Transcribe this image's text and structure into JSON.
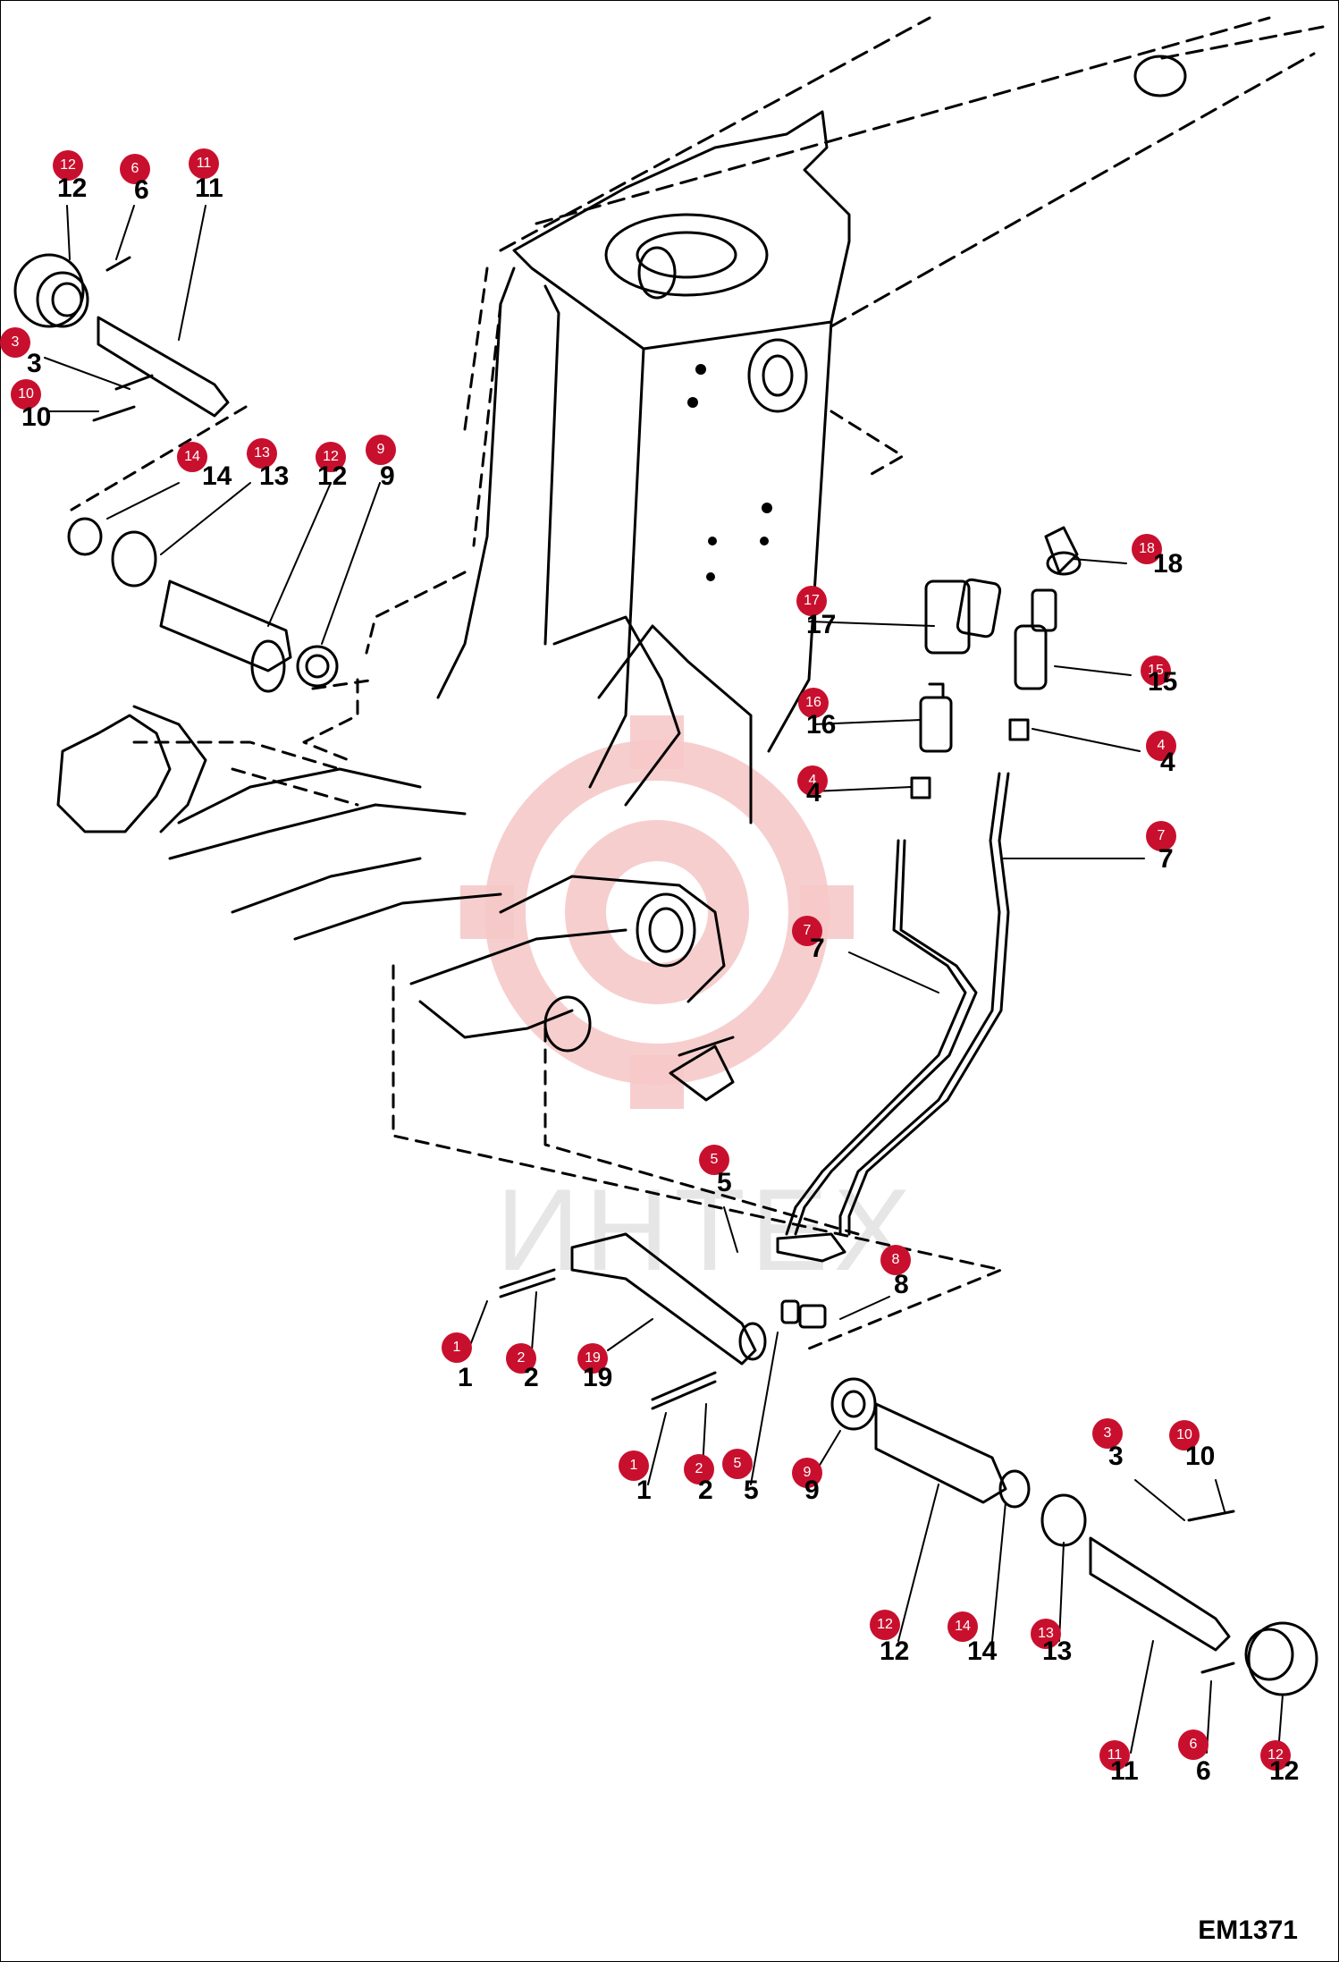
{
  "diagram_code": "EM1371",
  "watermark": "ИНТЕХ",
  "callouts": [
    {
      "id": "c12a",
      "label": "12",
      "text": "12"
    },
    {
      "id": "c6a",
      "label": "6",
      "text": "6"
    },
    {
      "id": "c11a",
      "label": "11",
      "text": "11"
    },
    {
      "id": "c3a",
      "label": "3",
      "text": "3"
    },
    {
      "id": "c10a",
      "label": "10",
      "text": "10"
    },
    {
      "id": "c14a",
      "label": "14",
      "text": "14"
    },
    {
      "id": "c13a",
      "label": "13",
      "text": "13"
    },
    {
      "id": "c12b",
      "label": "12",
      "text": "12"
    },
    {
      "id": "c9a",
      "label": "9",
      "text": "9"
    },
    {
      "id": "c18",
      "label": "18",
      "text": "18"
    },
    {
      "id": "c17",
      "label": "17",
      "text": "17"
    },
    {
      "id": "c15",
      "label": "15",
      "text": "15"
    },
    {
      "id": "c16",
      "label": "16",
      "text": "16"
    },
    {
      "id": "c4a",
      "label": "4",
      "text": "4"
    },
    {
      "id": "c4b",
      "label": "4",
      "text": "4"
    },
    {
      "id": "c7a",
      "label": "7",
      "text": "7"
    },
    {
      "id": "c7b",
      "label": "7",
      "text": "7"
    },
    {
      "id": "c5a",
      "label": "5",
      "text": "5"
    },
    {
      "id": "c8",
      "label": "8",
      "text": "8"
    },
    {
      "id": "c1a",
      "label": "1",
      "text": "1"
    },
    {
      "id": "c2a",
      "label": "2",
      "text": "2"
    },
    {
      "id": "c19",
      "label": "19",
      "text": "19"
    },
    {
      "id": "c1b",
      "label": "1",
      "text": "1"
    },
    {
      "id": "c2b",
      "label": "2",
      "text": "2"
    },
    {
      "id": "c5b",
      "label": "5",
      "text": "5"
    },
    {
      "id": "c9b",
      "label": "9",
      "text": "9"
    },
    {
      "id": "c3b",
      "label": "3",
      "text": "3"
    },
    {
      "id": "c10b",
      "label": "10",
      "text": "10"
    },
    {
      "id": "c12c",
      "label": "12",
      "text": "12"
    },
    {
      "id": "c14b",
      "label": "14",
      "text": "14"
    },
    {
      "id": "c13b",
      "label": "13",
      "text": "13"
    },
    {
      "id": "c11b",
      "label": "11",
      "text": "11"
    },
    {
      "id": "c6b",
      "label": "6",
      "text": "6"
    },
    {
      "id": "c12d",
      "label": "12",
      "text": "12"
    }
  ],
  "colors": {
    "callout": "#c8102e",
    "line": "#000000",
    "watermark": "#f2b8b8"
  }
}
